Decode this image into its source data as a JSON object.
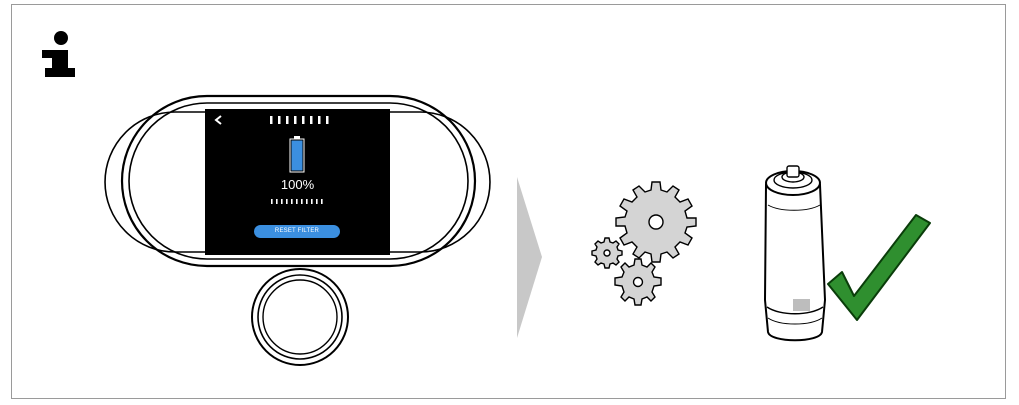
{
  "info_icon": "info-i-icon",
  "display": {
    "battery_percent_label": "100%",
    "battery_level": 1.0,
    "reset_button_label": "RESET FILTER",
    "back_icon": "chevron-left-icon"
  },
  "colors": {
    "screen_bg": "#000000",
    "battery": "#3b8fe0",
    "reset_button": "#3b8fe0",
    "arrow": "#c8c8c8",
    "gears": "#d4d4d4",
    "checkmark": "#2f8f2f"
  },
  "icons": [
    "gears-icon",
    "filter-cartridge-icon",
    "checkmark-icon",
    "arrow-right-icon",
    "knob-icon"
  ]
}
